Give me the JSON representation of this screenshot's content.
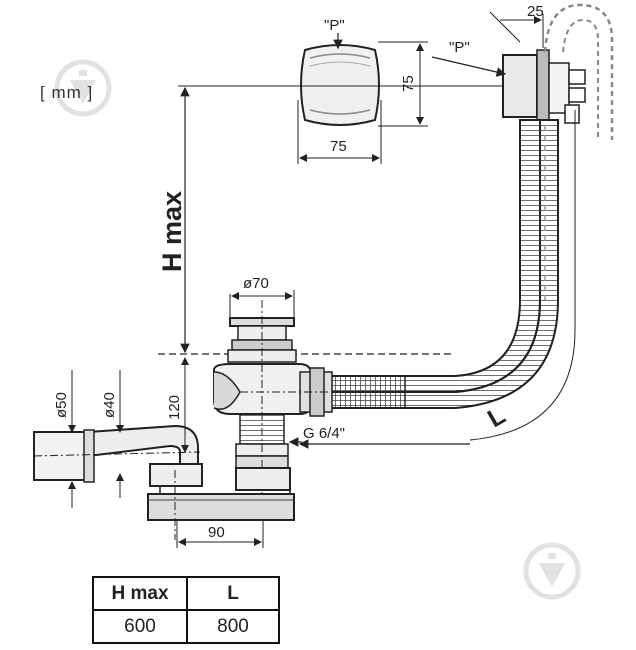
{
  "unit_label": "[ mm ]",
  "dimensions": {
    "knob_p": "\"P\"",
    "overflow_p": "\"P\"",
    "knob_width": "75",
    "knob_height": "75",
    "overflow_depth": "25",
    "h_max": "H max",
    "drain_diameter": "ø70",
    "pipe_outer": "ø50",
    "pipe_inner": "ø40",
    "trap_height": "120",
    "thread": "G 6/4\"",
    "trap_width": "90",
    "length": "L"
  },
  "spec_table": {
    "headers": [
      "H max",
      "L"
    ],
    "row": [
      "600",
      "800"
    ]
  },
  "colors": {
    "line": "#222222",
    "watermark": "#e4e4e4"
  },
  "icons": [
    "watermark-logo-icon"
  ]
}
